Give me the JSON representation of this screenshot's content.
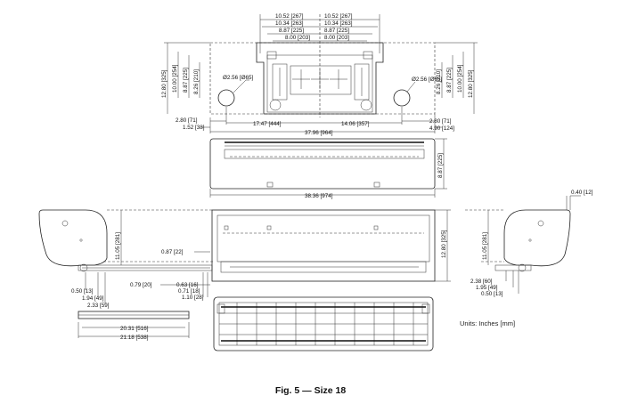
{
  "figure": {
    "caption": "Fig. 5 — Size 18",
    "units": "Units: Inches [mm]"
  },
  "dims": {
    "top_10_52_l": "10.52 [267]",
    "top_10_52_r": "10.52 [267]",
    "top_10_34_l": "10.34 [263]",
    "top_10_34_r": "10.34 [263]",
    "top_8_87_l": "8.87 [225]",
    "top_8_87_r": "8.87 [225]",
    "top_8_00_l": "8.00 [203]",
    "top_8_00_r": "8.00 [203]",
    "left_12_80": "12.80 [325]",
    "left_10_00": "10.00 [254]",
    "left_8_87": "8.87 [225]",
    "left_8_26": "8.26 [210]",
    "right_8_26": "8.26 [210]",
    "right_8_87": "8.87 [225]",
    "right_10_00": "10.00 [254]",
    "right_12_80": "12.80 [325]",
    "hole_left": "Ø2.56 [Ø65]",
    "hole_right": "Ø2.56 [Ø65]",
    "bot_2_80_l": "2.80 [71]",
    "bot_1_52": "1.52 [38]",
    "bot_17_47": "17.47 [444]",
    "bot_14_06": "14.06 [357]",
    "bot_2_80_r": "2.80 [71]",
    "bot_4_90": "4.90 [124]",
    "bot_37_96": "37.96 [964]",
    "front_8_87": "8.87 [225]",
    "front_38_36": "38.36 [974]",
    "side_0_40": "0.40 [12]",
    "lside_11_05": "11.05 [281]",
    "lside_0_87": "0.87 [22]",
    "lside_0_79": "0.79 [20]",
    "lside_0_63": "0.63 [16]",
    "lside_0_71": "0.71 [18]",
    "lside_1_10": "1.10 [28]",
    "lside_0_50": "0.50 [13]",
    "lside_1_94": "1.94 [49]",
    "lside_2_33": "2.33 [59]",
    "pipe_20_31": "20.31 [516]",
    "pipe_21_18": "21.18 [538]",
    "body_12_80": "12.80 [325]",
    "rside_11_05": "11.05 [281]",
    "rside_2_38": "2.38 [60]",
    "rside_1_95": "1.95 [49]",
    "rside_0_50": "0.50 [13]"
  }
}
